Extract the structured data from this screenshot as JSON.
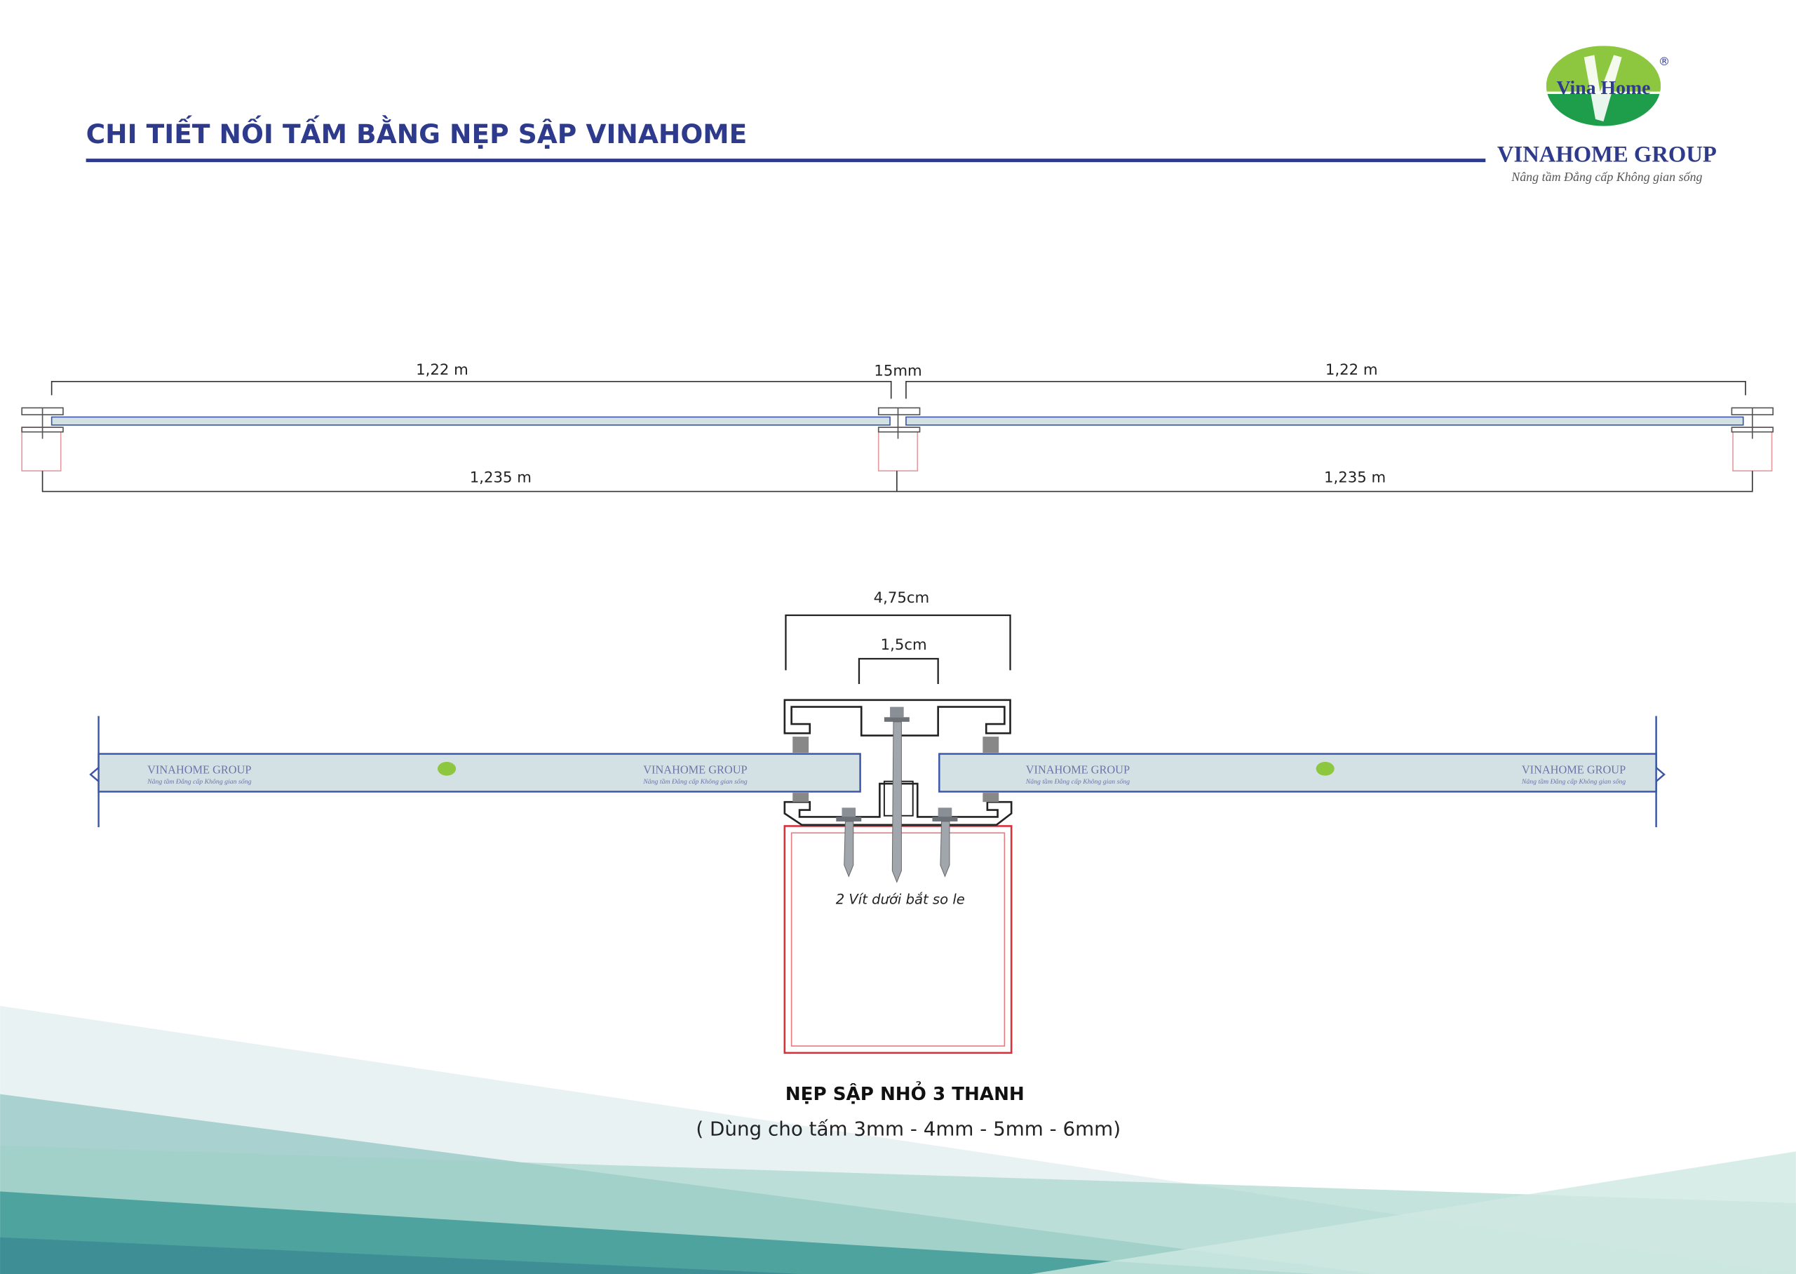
{
  "header": {
    "title": "CHI TIẾT NỐI TẤM BẰNG NẸP SẬP VINAHOME"
  },
  "logo": {
    "mark_text": "Vina Home",
    "registered": "®",
    "brand": "VINAHOME GROUP",
    "tagline": "Nâng tầm Đẳng cấp Không gian sống"
  },
  "overview": {
    "panel_width_left": "1,22 m",
    "gap": "15mm",
    "panel_width_right": "1,22 m",
    "span_left": "1,235 m",
    "span_right": "1,235 m"
  },
  "detail": {
    "width_outer": "4,75cm",
    "width_inner": "1,5cm",
    "screw_note": "2 Vít dưới bắt so le",
    "panel_brand": "VINAHOME GROUP",
    "panel_tagline": "Nâng tầm Đẳng cấp Không gian sống"
  },
  "caption": {
    "title": "NẸP SẬP NHỎ 3 THANH",
    "subtitle": "( Dùng cho tấm  3mm - 4mm - 5mm - 6mm)"
  },
  "colors": {
    "navy": "#2e3a8c",
    "panel": "#d4e1e4",
    "red": "#d9303a",
    "teal": "#3f9c98"
  }
}
